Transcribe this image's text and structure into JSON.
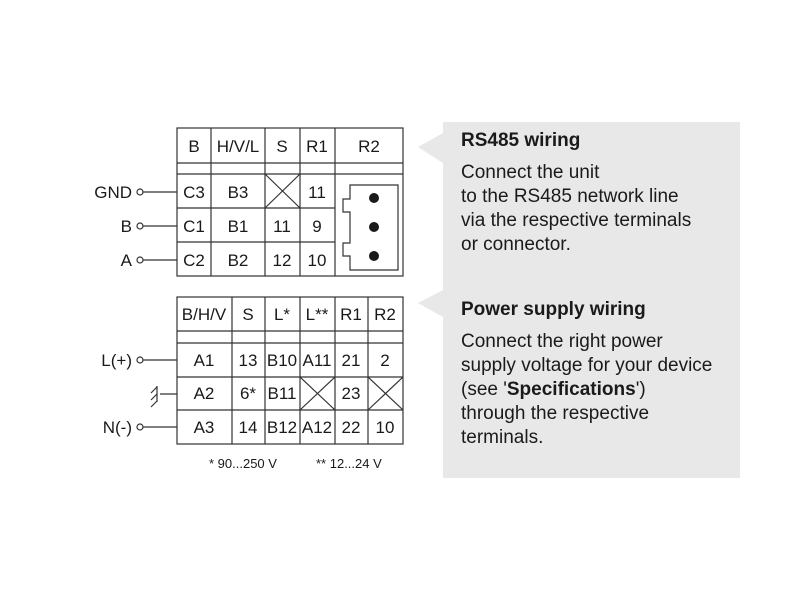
{
  "rs485_table": {
    "headers": [
      "B",
      "H/V/L",
      "S",
      "R1",
      "R2"
    ],
    "rows": [
      {
        "terminal": "GND",
        "cells": [
          "C3",
          "B3",
          "",
          "11"
        ]
      },
      {
        "terminal": "B",
        "cells": [
          "C1",
          "B1",
          "11",
          "9"
        ]
      },
      {
        "terminal": "A",
        "cells": [
          "C2",
          "B2",
          "12",
          "10"
        ]
      }
    ]
  },
  "power_table": {
    "headers": [
      "B/H/V",
      "S",
      "L*",
      "L**",
      "R1",
      "R2"
    ],
    "rows": [
      {
        "terminal": "L(+)",
        "cells": [
          "A1",
          "13",
          "B10",
          "A11",
          "21",
          "2"
        ]
      },
      {
        "terminal": "",
        "cells": [
          "A2",
          "6*",
          "B11",
          "",
          "23",
          ""
        ]
      },
      {
        "terminal": "N(-)",
        "cells": [
          "A3",
          "14",
          "B12",
          "A12",
          "22",
          "10"
        ]
      }
    ],
    "footnote_1": "* 90...250 V",
    "footnote_2": "** 12...24 V"
  },
  "rs485_info": {
    "title": "RS485 wiring",
    "lines": [
      "Connect the unit",
      "to the RS485 network line",
      "via the respective terminals",
      "or connector."
    ]
  },
  "power_info": {
    "title": "Power supply wiring",
    "line1": "Connect the right power",
    "line2": "supply voltage for your device",
    "line3_pre": "(see '",
    "line3_bold": "Specifications",
    "line3_post": "')",
    "line4": "through the respective",
    "line5": "terminals."
  },
  "colors": {
    "panel_bg": "#e8e8e8",
    "line": "#333333",
    "text": "#1a1a1a"
  }
}
